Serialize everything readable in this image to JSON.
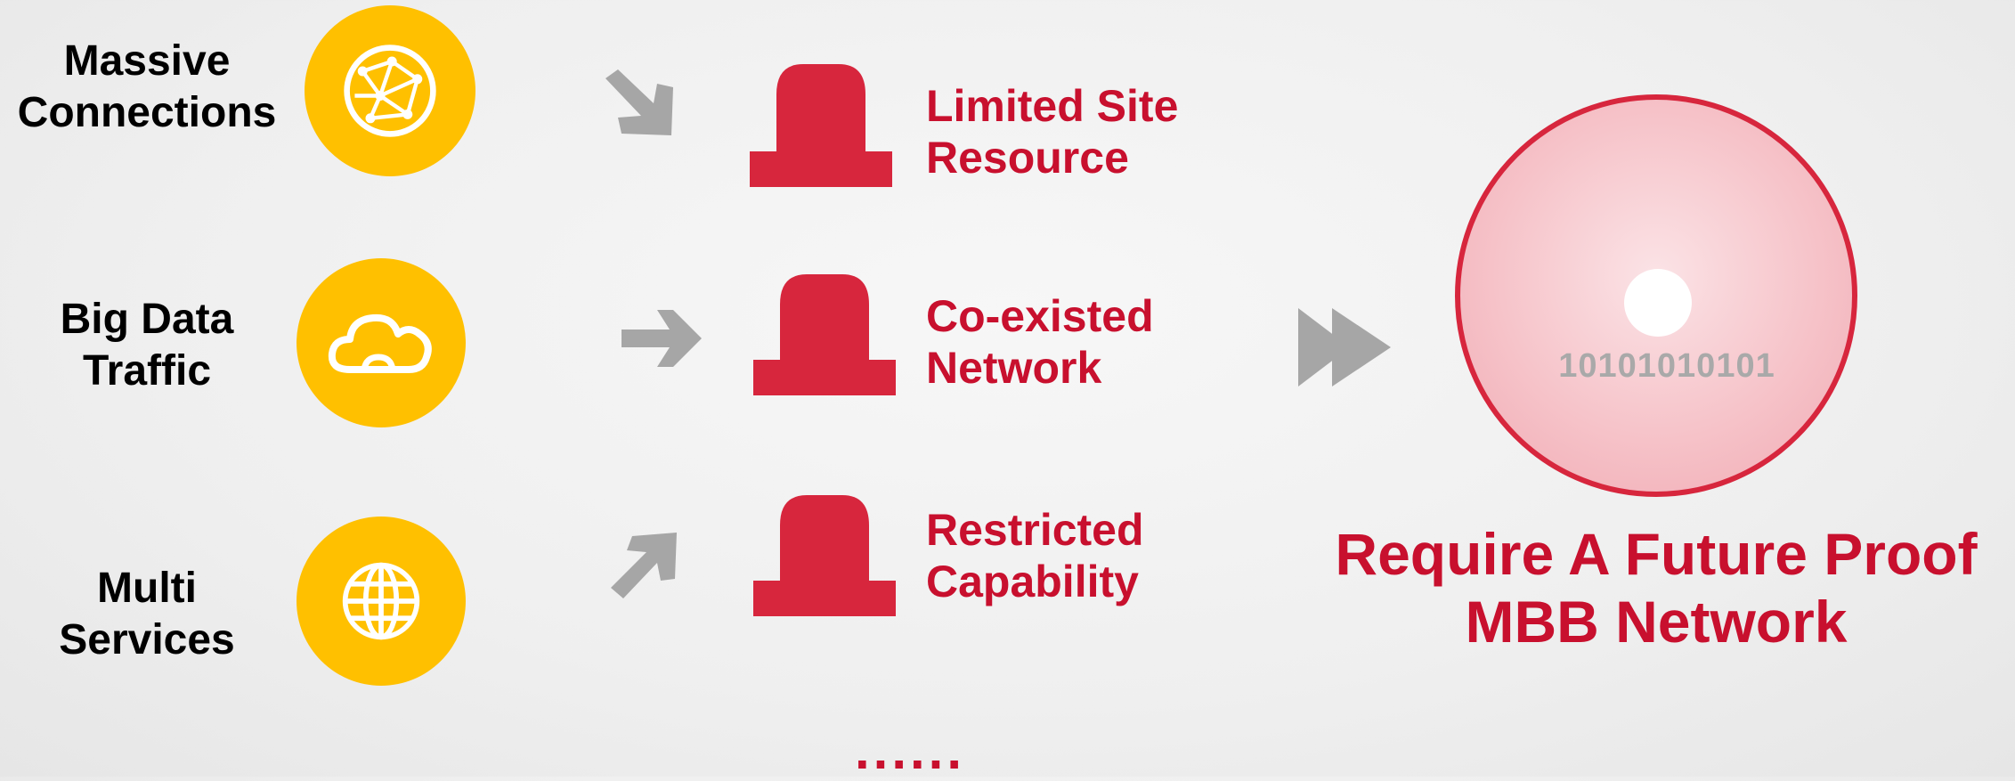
{
  "drivers": [
    {
      "line1": "Massive",
      "line2": "Connections",
      "icon": "network-globe-icon"
    },
    {
      "line1": "Big Data",
      "line2": "Traffic",
      "icon": "cloud-icon"
    },
    {
      "line1": "Multi",
      "line2": "Services",
      "icon": "globe-icon"
    }
  ],
  "constraints": [
    {
      "line1": "Limited Site",
      "line2": "Resource",
      "icon": "alarm-light-icon"
    },
    {
      "line1": "Co-existed",
      "line2": "Network",
      "icon": "alarm-light-icon"
    },
    {
      "line1": "Restricted",
      "line2": "Capability",
      "icon": "alarm-light-icon"
    }
  ],
  "continuation": "......",
  "target": {
    "binary": "10101010101",
    "line1": "Require A Future Proof",
    "line2": "MBB Network"
  },
  "colors": {
    "accent_red": "#c8102e",
    "alarm_red": "#d7263d",
    "icon_yellow": "#ffc000",
    "arrow_gray": "#a6a6a6",
    "label_black": "#000000"
  }
}
